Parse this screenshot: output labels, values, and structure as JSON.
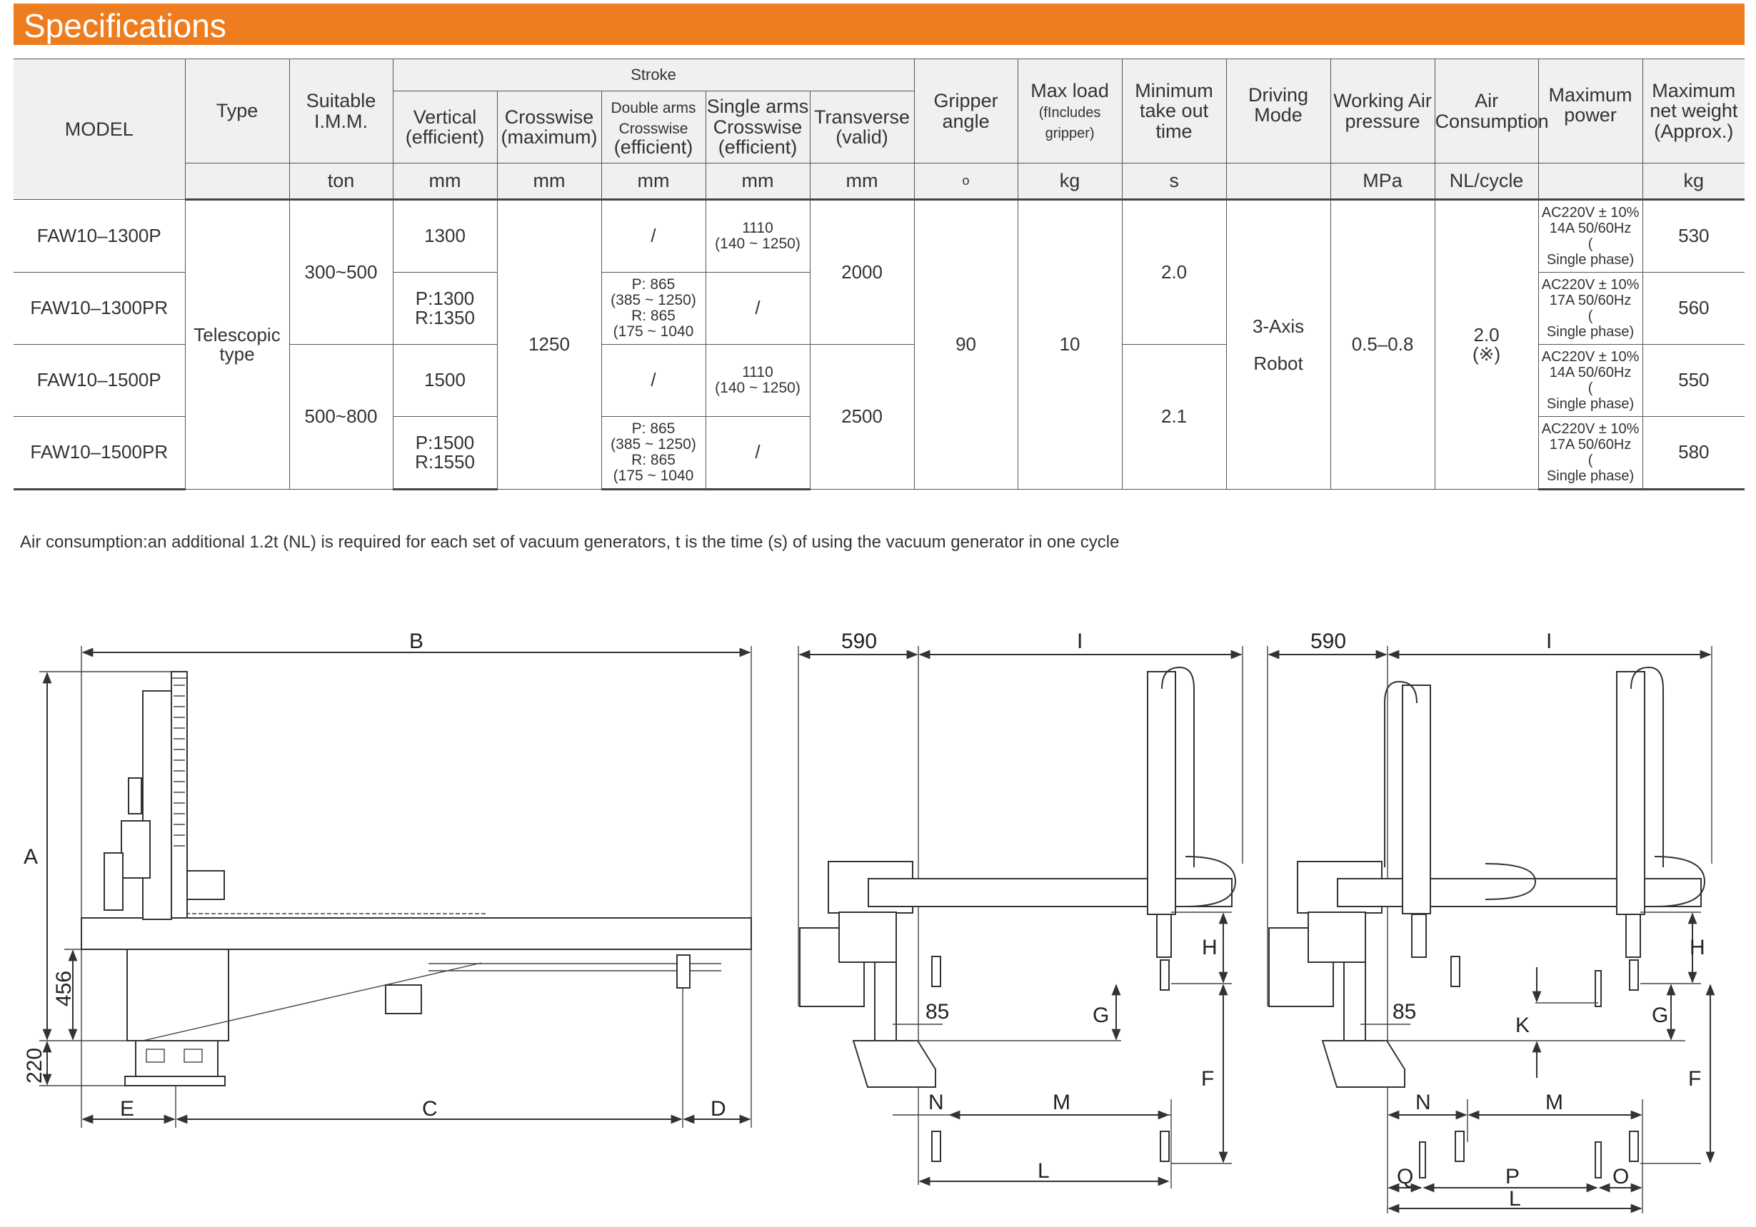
{
  "title": "Specifications",
  "table": {
    "headers": {
      "model": "MODEL",
      "type": "Type",
      "imm": "Suitable I.M.M.",
      "stroke": "Stroke",
      "vertical": [
        "Vertical",
        "(efficient)"
      ],
      "crosswise": [
        "Crosswise",
        "(maximum)"
      ],
      "double_arms": [
        "Double arms",
        "Crosswise",
        "(efficient)"
      ],
      "single_arms": [
        "Single arms",
        "Crosswise",
        "(efficient)"
      ],
      "transverse": [
        "Transverse",
        "(valid)"
      ],
      "gripper": [
        "Gripper",
        "angle"
      ],
      "max_load": [
        "Max load",
        "(fIncludes",
        "gripper)"
      ],
      "min_time": [
        "Minimum",
        "take out time"
      ],
      "driving": [
        "Driving",
        "Mode"
      ],
      "air_pressure": [
        "Working Air",
        "pressure"
      ],
      "air_consumption": [
        "Air",
        "Consumption"
      ],
      "max_power": [
        "Maximum",
        "power"
      ],
      "net_weight": [
        "Maximum",
        "net weight",
        "(Approx.)"
      ]
    },
    "units": {
      "imm": "ton",
      "vertical": "mm",
      "crosswise": "mm",
      "double_arms": "mm",
      "single_arms": "mm",
      "transverse": "mm",
      "gripper": "o",
      "max_load": "kg",
      "min_time": "s",
      "air_pressure": "MPa",
      "air_consumption": "NL/cycle",
      "net_weight": "kg"
    },
    "shared": {
      "type": [
        "Telescopic",
        "type"
      ],
      "imm": [
        "300~500",
        "500~800"
      ],
      "crosswise": "1250",
      "transverse": [
        "2000",
        "2500"
      ],
      "gripper": "90",
      "max_load": "10",
      "min_time": [
        "2.0",
        "2.1"
      ],
      "driving": [
        "3-Axis",
        "Robot"
      ],
      "air_pressure": "0.5–0.8",
      "air_consumption": [
        "2.0",
        "(※)"
      ]
    },
    "rows": [
      {
        "model": "FAW10–1300P",
        "vertical": [
          "1300"
        ],
        "double_arms": [
          "/"
        ],
        "single_arms": [
          "1110",
          "(140 ~ 1250)"
        ],
        "power": [
          "AC220V ± 10%",
          "14A 50/60Hz",
          "(",
          "Single phase)"
        ],
        "weight": "530"
      },
      {
        "model": "FAW10–1300PR",
        "vertical": [
          "P:1300",
          "R:1350"
        ],
        "double_arms": [
          "P: 865",
          "(385 ~ 1250)",
          "R: 865",
          "(175 ~ 1040"
        ],
        "single_arms": [
          "/"
        ],
        "power": [
          "AC220V ± 10%",
          "17A 50/60Hz",
          "(",
          "Single phase)"
        ],
        "weight": "560"
      },
      {
        "model": "FAW10–1500P",
        "vertical": [
          "1500"
        ],
        "double_arms": [
          "/"
        ],
        "single_arms": [
          "1110",
          "(140 ~ 1250)"
        ],
        "power": [
          "AC220V ± 10%",
          "14A 50/60Hz",
          "(",
          "Single phase)"
        ],
        "weight": "550"
      },
      {
        "model": "FAW10–1500PR",
        "vertical": [
          "P:1500",
          "R:1550"
        ],
        "double_arms": [
          "P: 865",
          "(385 ~ 1250)",
          "R: 865",
          "(175 ~ 1040"
        ],
        "single_arms": [
          "/"
        ],
        "power": [
          "AC220V ± 10%",
          "17A 50/60Hz",
          "(",
          "Single phase)"
        ],
        "weight": "580"
      }
    ]
  },
  "note": "Air consumption:an additional 1.2t (NL) is required for each set of vacuum generators, t is the time (s) of using the vacuum generator in one cycle",
  "drawings": {
    "side_view": {
      "B": "B",
      "A": "A",
      "dim_456": "456",
      "dim_220": "220",
      "E": "E",
      "C": "C",
      "D": "D"
    },
    "single_arm_view": {
      "dim_590": "590",
      "I": "I",
      "H": "H",
      "G": "G",
      "F": "F",
      "dim_85": "85",
      "N": "N",
      "M": "M",
      "L": "L"
    },
    "double_arm_view": {
      "dim_590": "590",
      "I": "I",
      "H": "H",
      "G": "G",
      "K": "K",
      "F": "F",
      "dim_85": "85",
      "N": "N",
      "M": "M",
      "Q": "Q",
      "P": "P",
      "O": "O",
      "L": "L"
    }
  }
}
